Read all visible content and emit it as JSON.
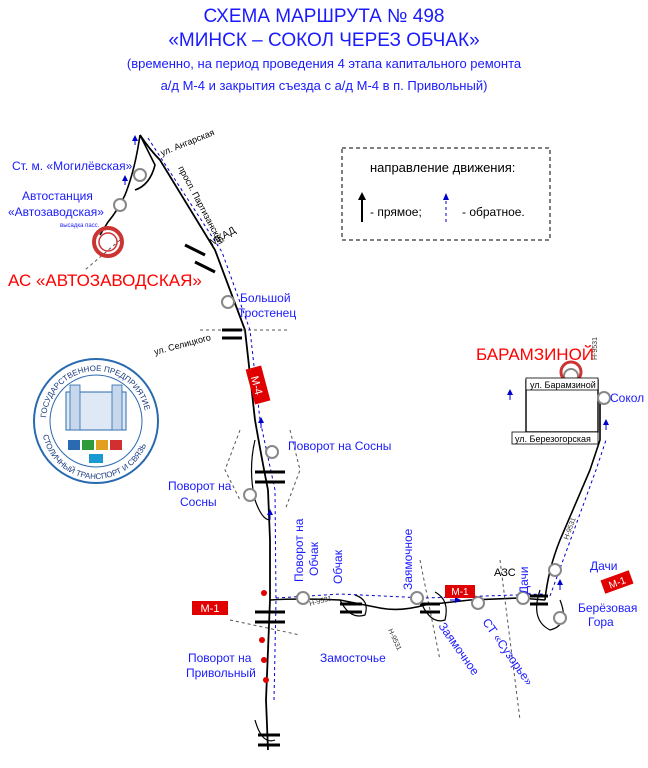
{
  "title": {
    "line1": "СХЕМА МАРШРУТА № 498",
    "line2": "«МИНСК – СОКОЛ ЧЕРЕЗ ОБЧАК»",
    "line3": "(временно, на период проведения 4 этапа капитального ремонта",
    "line4": "а/д М-4 и закрытия съезда с а/д М-4 в п. Привольный)"
  },
  "legend": {
    "heading": "направление движения:",
    "forward": "- прямое;",
    "reverse": "- обратное."
  },
  "terminals": {
    "start": "АС «АВТОЗАВОДСКАЯ»",
    "end": "БАРАМЗИНОЙ"
  },
  "stops": {
    "mogilevskaya": "Ст. м. «Могилёвская»",
    "avtostantsiya_1": "Автостанция",
    "avtostantsiya_2": "«Автозаводская»",
    "avtostantsiya_note": "высадка пасс.",
    "bolshoy_1": "Большой",
    "bolshoy_2": "Тростенец",
    "sosny_right": "Поворот на Сосны",
    "sosny_left_1": "Поворот на",
    "sosny_left_2": "Сосны",
    "obchak_turn_1": "Поворот на",
    "obchak_turn_2": "Обчак",
    "obchak": "Обчак",
    "privolny_1": "Поворот на",
    "privolny_2": "Привольный",
    "zamostochye": "Замосточье",
    "zayamochnoe_up": "Заямочное",
    "zayamochnoe_down": "Заямочное",
    "st_suzorye": "СТ «Сузорье»",
    "dachi_1": "Дачи",
    "dachi_2": "Дачи",
    "berezovaya_1": "Берёзовая",
    "berezovaya_2": "Гора",
    "sokol": "Сокол"
  },
  "streets": {
    "angarskaya": "ул. Ангарская",
    "partizanskiy": "просп. Партизанский",
    "mkad": "МКАД",
    "selitskogo": "ул. Селицкого",
    "baramzinoy": "ул. Барамзиной",
    "berezogorskaya": "ул. Березогорская",
    "azs": "АЗС"
  },
  "road_signs": {
    "m4": "М-4",
    "m1_left": "М-1",
    "m1_mid": "М-1",
    "m1_right": "М-1",
    "h9531_a": "Н-9531",
    "h9531_b": "Н-9531",
    "h9531_c": "Н-9531",
    "h9531_d": "Н-9531"
  },
  "logo": {
    "top_text": "ГОСУДАРСТВЕННОЕ ПРЕДПРИЯТИЕ",
    "bottom_text": "СТОЛИЧНЫЙ ТРАНСПОРТ И СВЯЗЬ"
  },
  "colors": {
    "title": "#1a1aff",
    "terminal": "#ff0000",
    "route": "#000000",
    "reverse_route": "#0000cc",
    "road_sign": "#e00000",
    "stop": "#999999"
  }
}
